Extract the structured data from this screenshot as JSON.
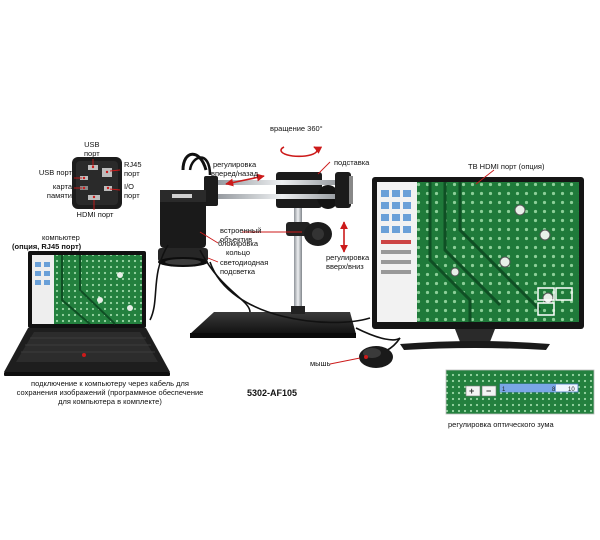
{
  "labels": {
    "rotation": "вращение 360°",
    "stand": "подставка",
    "fwd_back": "регулировка\nвперед/назад",
    "usb_port_top": "USB\nпорт",
    "usb_port_left": "USB порт",
    "rj45": "RJ45\nпорт",
    "memory_card": "карта\nпамяти",
    "io_port": "I/O\nпорт",
    "hdmi_port": "HDMI порт",
    "builtin_lens": "встроенный\nобъектив",
    "lock_ring": "блокировка\nкольцо",
    "up_down": "регулировка\nвверх/вниз",
    "led_light": "светодиодная\nподсветка",
    "tv_hdmi": "ТВ HDMI порт (опция)",
    "computer_line1": "компьютер",
    "computer_line2": "(опция, RJ45 порт)",
    "mouse": "мышь",
    "pc_connect": "подключение к компьютеру через кабель для\nсохранения изображений (программное обеспечение\nдля компьютера в комплекте)",
    "zoom_adjust": "регулировка оптического зума"
  },
  "model": "5302-AF105",
  "zoom_bar": {
    "min_label": "1",
    "marker_label": "8",
    "max_label": "10"
  },
  "colors": {
    "pcb_green": "#1f7a3a",
    "pcb_dark": "#0f4f24",
    "stand_black": "#1b1b1b",
    "accent_red": "#cc1a1a",
    "chrome": "#c9ccd0"
  }
}
